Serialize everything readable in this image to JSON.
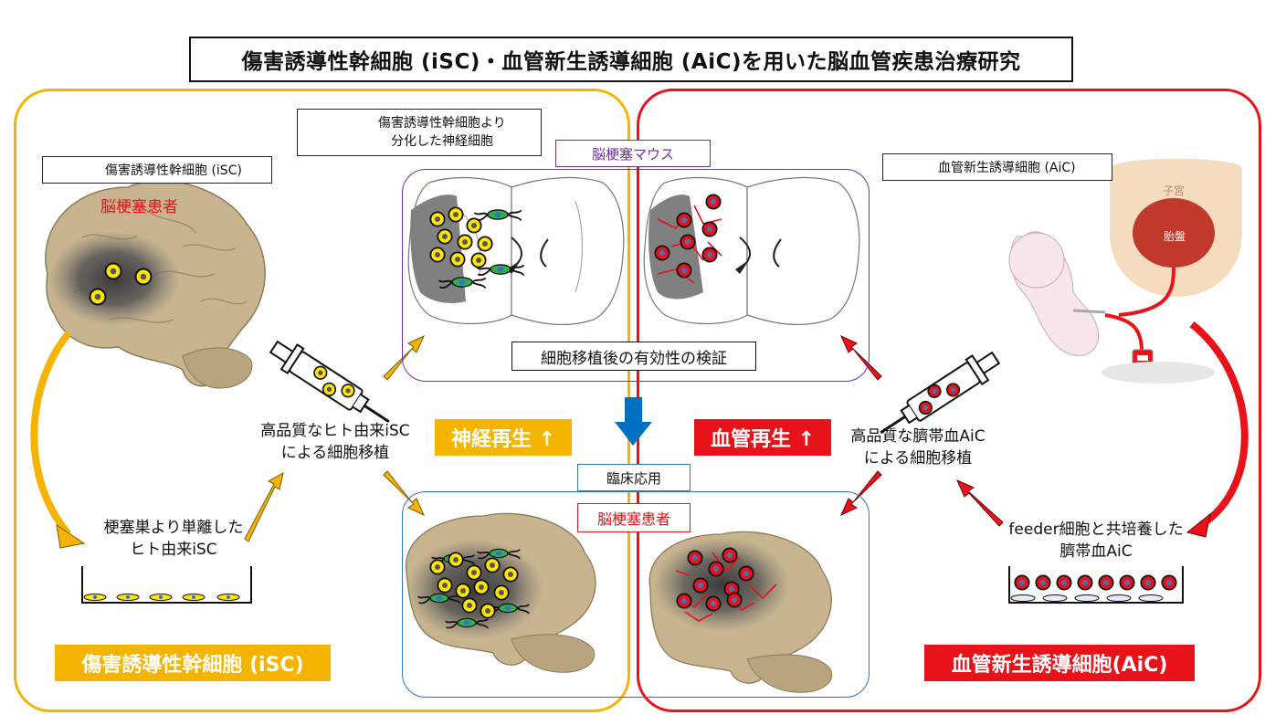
{
  "title": "傷害誘導性幹細胞 (iSC)・血管新生誘導細胞 (AiC)を用いた脳血管疾患治療研究",
  "left": {
    "legend_isc": "傷害誘導性幹細胞 (iSC)",
    "patient_label": "脳梗塞患者",
    "isolated_text_1": "梗塞巣より単離した",
    "isolated_text_2": "ヒト由来iSC",
    "transplant_text_1": "高品質なヒト由来iSC",
    "transplant_text_2": "による細胞移植",
    "badge_neuro": "神経再生 ↑",
    "bottom_badge": "傷害誘導性幹細胞 (iSC)"
  },
  "center": {
    "neuron_legend_1": "傷害誘導性幹細胞より",
    "neuron_legend_2": "分化した神経細胞",
    "mouse_label": "脳梗塞マウス",
    "verification": "細胞移植後の有効性の検証",
    "clinical": "臨床応用",
    "patient_label": "脳梗塞患者"
  },
  "right": {
    "legend_aic": "血管新生誘導細胞 (AiC)",
    "uterus": "子宮",
    "placenta": "胎盤",
    "transplant_text_1": "高品質な臍帯血AiC",
    "transplant_text_2": "による細胞移植",
    "badge_vascular": "血管再生 ↑",
    "feeder_text_1": "feeder細胞と共培養した",
    "feeder_text_2": "臍帯血AiC",
    "bottom_badge": "血管新生誘導細胞(AiC)"
  },
  "colors": {
    "isc_yellow": "#f4b400",
    "aic_red": "#e8121b",
    "mouse_purple": "#7030a0",
    "clinical_blue": "#2e75b6",
    "arrow_blue": "#0070c0"
  }
}
